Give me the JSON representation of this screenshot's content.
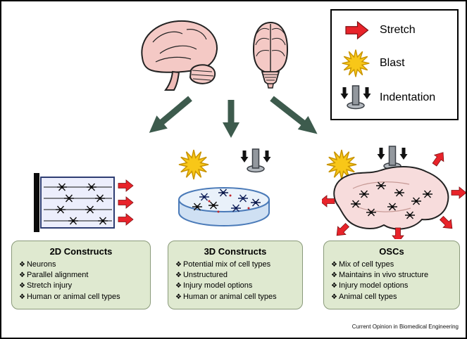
{
  "legend": {
    "items": [
      {
        "icon": "stretch-arrow-icon",
        "label": "Stretch"
      },
      {
        "icon": "blast-icon",
        "label": "Blast"
      },
      {
        "icon": "indentation-icon",
        "label": "Indentation"
      }
    ]
  },
  "bullet_char": "❖",
  "boxes": [
    {
      "title": "2D Constructs",
      "items": [
        "Neurons",
        "Parallel alignment",
        "Stretch injury",
        "Human or animal cell types"
      ]
    },
    {
      "title": "3D Constructs",
      "items": [
        "Potential mix of cell types",
        "Unstructured",
        "Injury model options",
        "Human or animal cell types"
      ]
    },
    {
      "title": "OSCs",
      "items": [
        "Mix of cell types",
        "Maintains in vivo structure",
        "Injury model options",
        "Animal cell types"
      ]
    }
  ],
  "footer": "Current Opinion in Biomedical Engineering",
  "colors": {
    "stretch_red": "#e8232a",
    "blast_yellow": "#f8c718",
    "flow_arrow_green": "#3d5b4d",
    "box_bg": "#dfe9d0",
    "box_border": "#8a9a7a",
    "brain_pink": "#f4c9c5",
    "dish_blue": "#4a7ab8"
  }
}
